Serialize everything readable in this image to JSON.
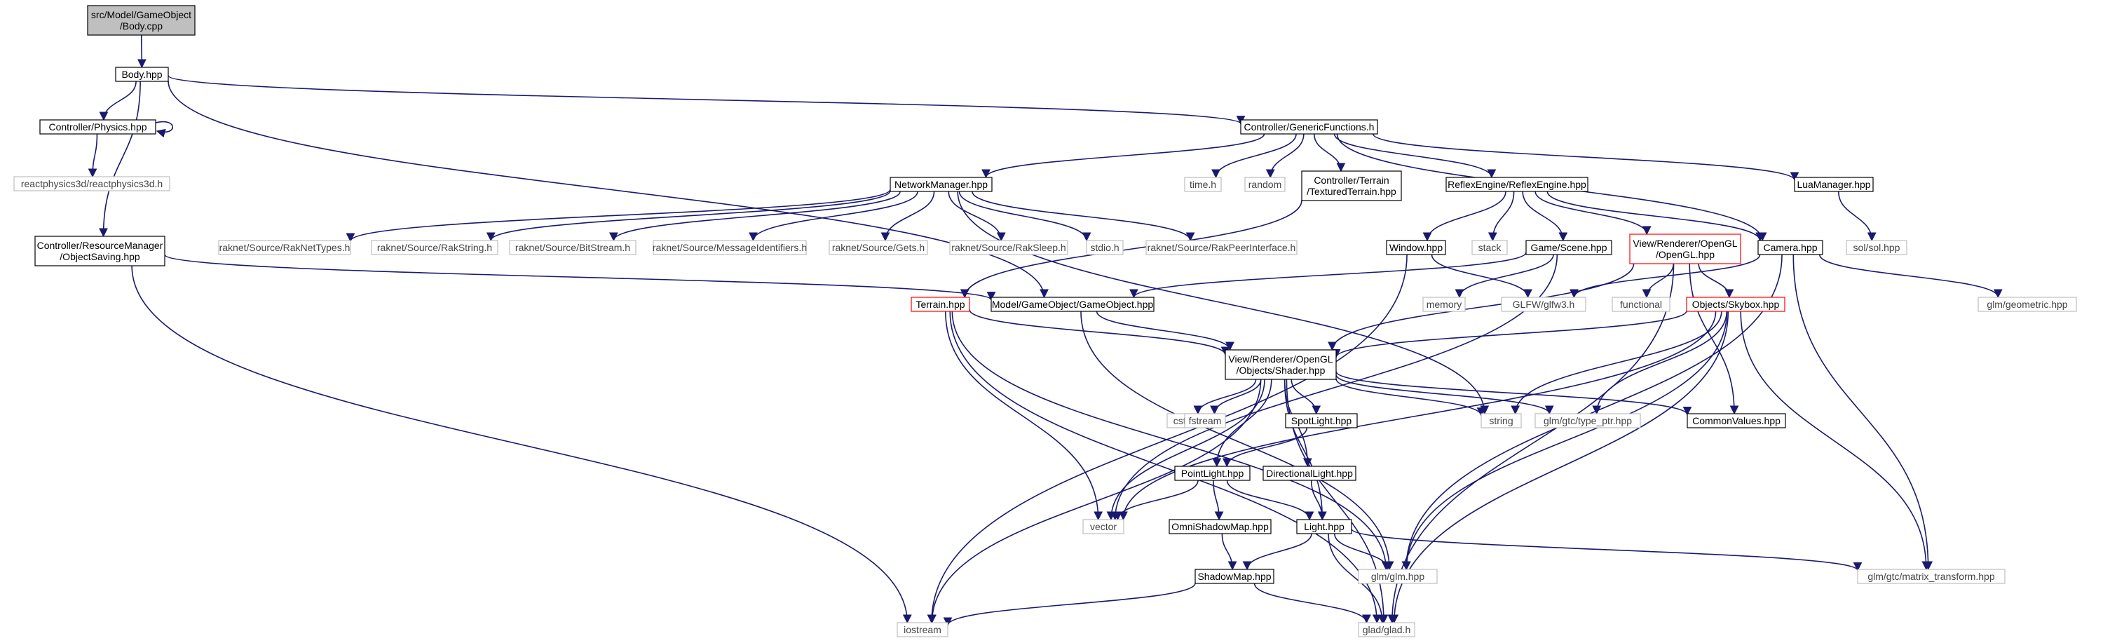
{
  "colors": {
    "edge": "#191970",
    "node_border": "#000000",
    "node_border_truncated": "#ff0000",
    "node_border_external": "#bfbfbf",
    "root_fill": "#bfbfbf"
  },
  "nodes": [
    {
      "id": "body_cpp",
      "lines": [
        "src/Model/GameObject",
        "/Body.cpp"
      ],
      "kind": "root"
    },
    {
      "id": "body_hpp",
      "lines": [
        "Body.hpp"
      ],
      "kind": "doc"
    },
    {
      "id": "physics",
      "lines": [
        "Controller/Physics.hpp"
      ],
      "kind": "doc"
    },
    {
      "id": "react",
      "lines": [
        "reactphysics3d/reactphysics3d.h"
      ],
      "kind": "ext"
    },
    {
      "id": "objsaving",
      "lines": [
        "Controller/ResourceManager",
        "/ObjectSaving.hpp"
      ],
      "kind": "doc"
    },
    {
      "id": "genfunc",
      "lines": [
        "Controller/GenericFunctions.h"
      ],
      "kind": "doc"
    },
    {
      "id": "netmgr",
      "lines": [
        "NetworkManager.hpp"
      ],
      "kind": "doc"
    },
    {
      "id": "timeh",
      "lines": [
        "time.h"
      ],
      "kind": "ext"
    },
    {
      "id": "random",
      "lines": [
        "random"
      ],
      "kind": "ext"
    },
    {
      "id": "texterrain",
      "lines": [
        "Controller/Terrain",
        "/TexturedTerrain.hpp"
      ],
      "kind": "doc"
    },
    {
      "id": "reflex",
      "lines": [
        "ReflexEngine/ReflexEngine.hpp"
      ],
      "kind": "doc"
    },
    {
      "id": "luamgr",
      "lines": [
        "LuaManager.hpp"
      ],
      "kind": "doc"
    },
    {
      "id": "rnettypes",
      "lines": [
        "raknet/Source/RakNetTypes.h"
      ],
      "kind": "ext"
    },
    {
      "id": "rstring",
      "lines": [
        "raknet/Source/RakString.h"
      ],
      "kind": "ext"
    },
    {
      "id": "bitstream",
      "lines": [
        "raknet/Source/BitStream.h"
      ],
      "kind": "ext"
    },
    {
      "id": "msgid",
      "lines": [
        "raknet/Source/MessageIdentifiers.h"
      ],
      "kind": "ext"
    },
    {
      "id": "gets",
      "lines": [
        "raknet/Source/Gets.h"
      ],
      "kind": "ext"
    },
    {
      "id": "raksleep",
      "lines": [
        "raknet/Source/RakSleep.h"
      ],
      "kind": "ext"
    },
    {
      "id": "stdioh",
      "lines": [
        "stdio.h"
      ],
      "kind": "ext"
    },
    {
      "id": "rpeer",
      "lines": [
        "raknet/Source/RakPeerInterface.h"
      ],
      "kind": "ext"
    },
    {
      "id": "window",
      "lines": [
        "Window.hpp"
      ],
      "kind": "doc"
    },
    {
      "id": "stack",
      "lines": [
        "stack"
      ],
      "kind": "ext"
    },
    {
      "id": "scene",
      "lines": [
        "Game/Scene.hpp"
      ],
      "kind": "doc"
    },
    {
      "id": "opengl",
      "lines": [
        "View/Renderer/OpenGL",
        "/OpenGL.hpp"
      ],
      "kind": "trunc"
    },
    {
      "id": "camera",
      "lines": [
        "Camera.hpp"
      ],
      "kind": "doc"
    },
    {
      "id": "solhpp",
      "lines": [
        "sol/sol.hpp"
      ],
      "kind": "ext"
    },
    {
      "id": "terrainhpp",
      "lines": [
        "Terrain.hpp"
      ],
      "kind": "trunc"
    },
    {
      "id": "gameobj",
      "lines": [
        "Model/GameObject/GameObject.hpp"
      ],
      "kind": "doc"
    },
    {
      "id": "memory",
      "lines": [
        "memory"
      ],
      "kind": "ext"
    },
    {
      "id": "glfw",
      "lines": [
        "GLFW/glfw3.h"
      ],
      "kind": "ext"
    },
    {
      "id": "functional",
      "lines": [
        "functional"
      ],
      "kind": "ext"
    },
    {
      "id": "skybox",
      "lines": [
        "Objects/Skybox.hpp"
      ],
      "kind": "trunc"
    },
    {
      "id": "geometric",
      "lines": [
        "glm/geometric.hpp"
      ],
      "kind": "ext"
    },
    {
      "id": "shader",
      "lines": [
        "View/Renderer/OpenGL",
        "/Objects/Shader.hpp"
      ],
      "kind": "doc"
    },
    {
      "id": "cstdio",
      "lines": [
        "cstdio"
      ],
      "kind": "ext"
    },
    {
      "id": "fstream",
      "lines": [
        "fstream"
      ],
      "kind": "ext"
    },
    {
      "id": "spotlight",
      "lines": [
        "SpotLight.hpp"
      ],
      "kind": "doc"
    },
    {
      "id": "string",
      "lines": [
        "string"
      ],
      "kind": "ext"
    },
    {
      "id": "typeptr",
      "lines": [
        "glm/gtc/type_ptr.hpp"
      ],
      "kind": "ext"
    },
    {
      "id": "common",
      "lines": [
        "CommonValues.hpp"
      ],
      "kind": "doc"
    },
    {
      "id": "pointlight",
      "lines": [
        "PointLight.hpp"
      ],
      "kind": "doc"
    },
    {
      "id": "dirlight",
      "lines": [
        "DirectionalLight.hpp"
      ],
      "kind": "doc"
    },
    {
      "id": "vector",
      "lines": [
        "vector"
      ],
      "kind": "ext"
    },
    {
      "id": "omni",
      "lines": [
        "OmniShadowMap.hpp"
      ],
      "kind": "doc"
    },
    {
      "id": "light",
      "lines": [
        "Light.hpp"
      ],
      "kind": "doc"
    },
    {
      "id": "shadow",
      "lines": [
        "ShadowMap.hpp"
      ],
      "kind": "doc"
    },
    {
      "id": "glmhpp",
      "lines": [
        "glm/glm.hpp"
      ],
      "kind": "ext"
    },
    {
      "id": "mattrans",
      "lines": [
        "glm/gtc/matrix_transform.hpp"
      ],
      "kind": "ext"
    },
    {
      "id": "iostream",
      "lines": [
        "iostream"
      ],
      "kind": "ext"
    },
    {
      "id": "glad",
      "lines": [
        "glad/glad.h"
      ],
      "kind": "ext"
    }
  ]
}
